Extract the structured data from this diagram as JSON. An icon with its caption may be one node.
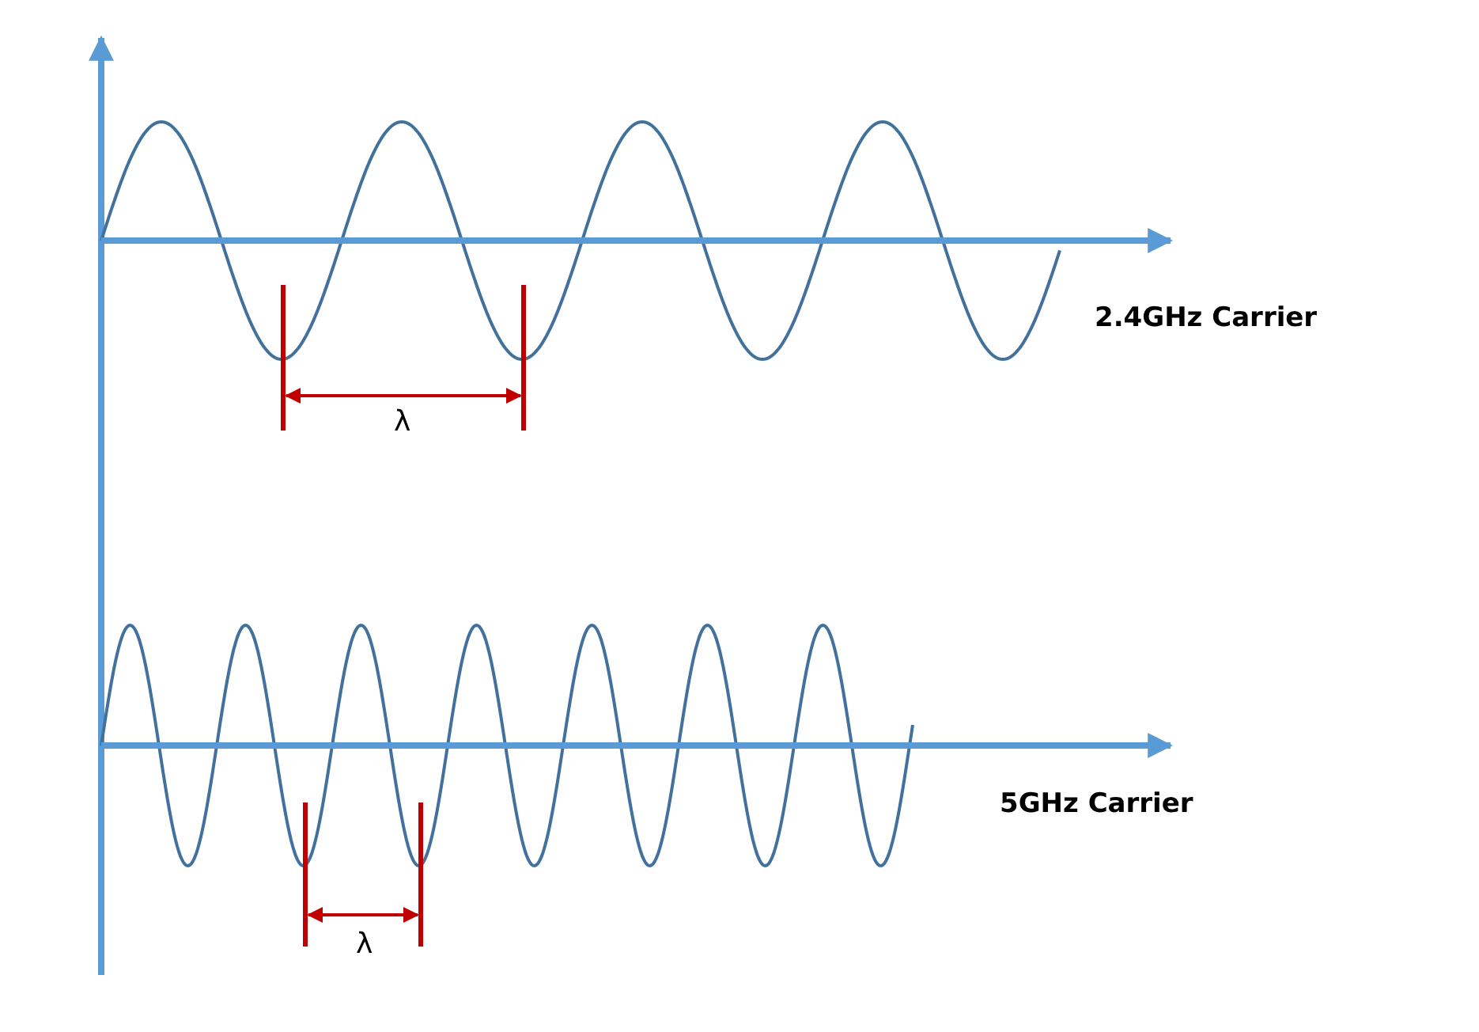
{
  "diagram": {
    "labels": [
      "2.4GHz Carrier",
      "λ",
      "5GHz Carrier",
      "λ"
    ]
  }
}
